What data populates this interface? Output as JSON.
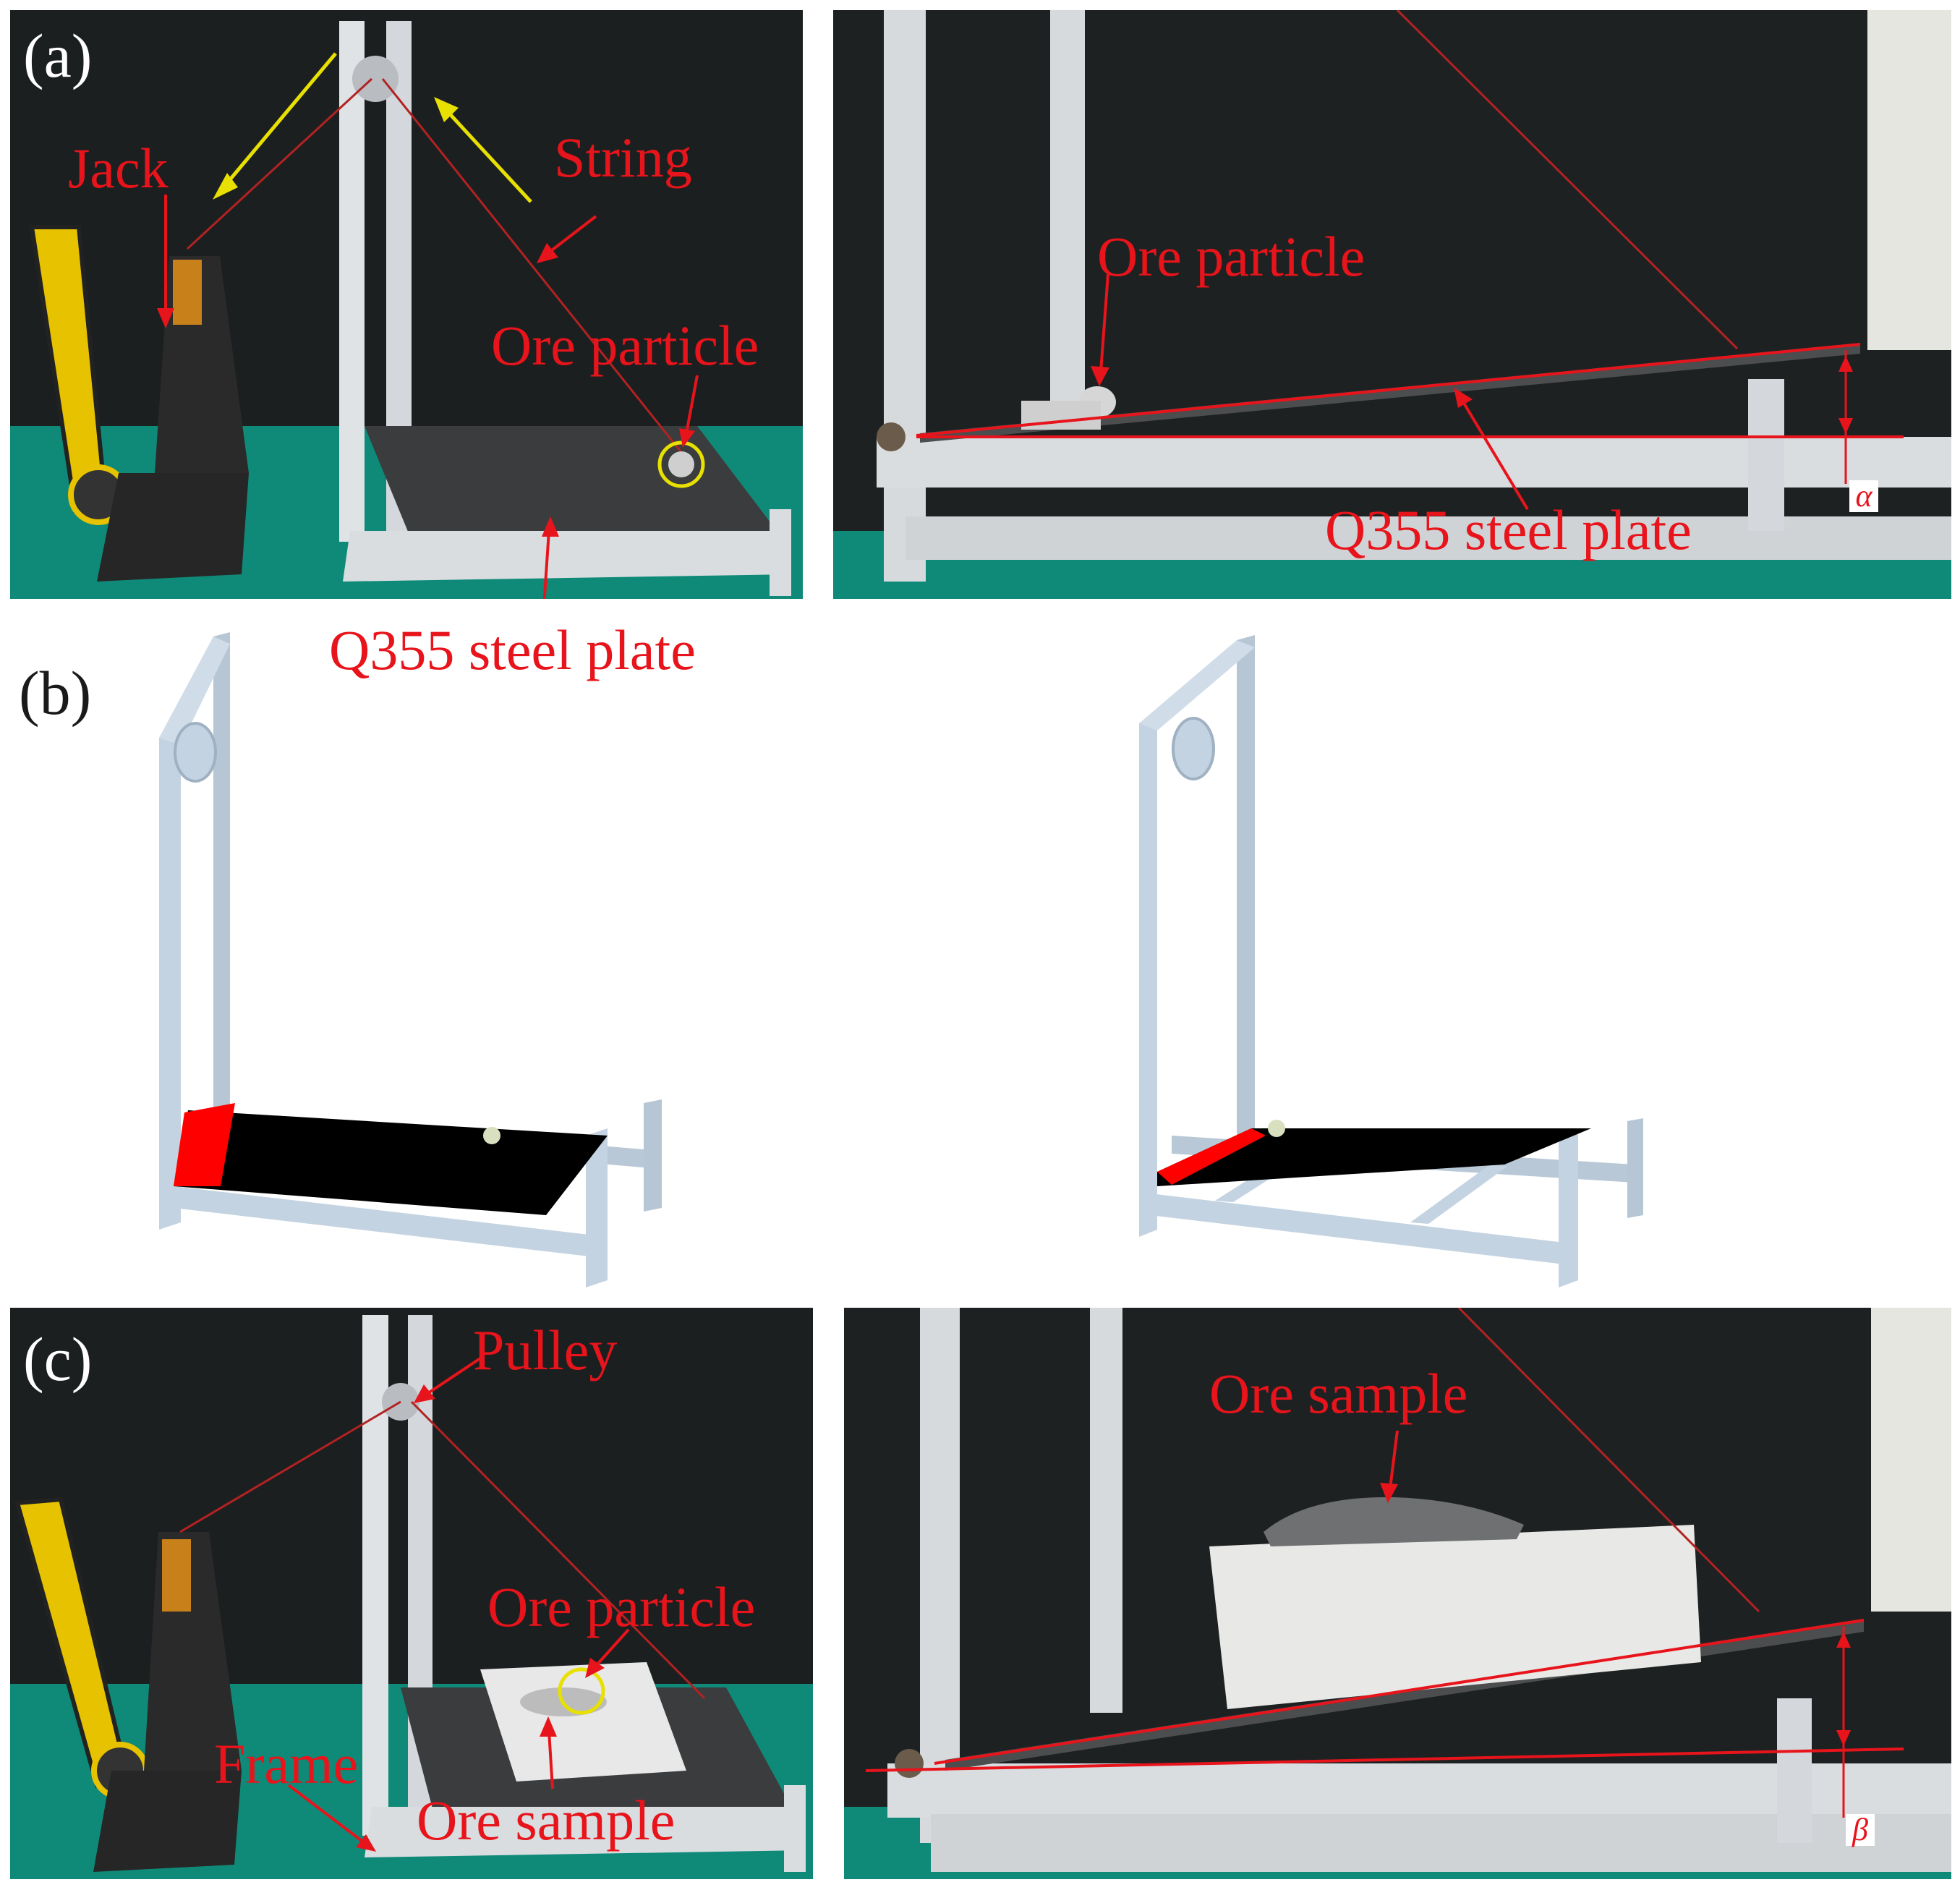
{
  "panels": {
    "a": {
      "label": "(a)",
      "annotations": {
        "jack": "Jack",
        "string": "String",
        "ore_particle_left": "Ore particle",
        "steel_plate_left": "Q355 steel plate",
        "ore_particle_right": "Ore particle",
        "steel_plate_right": "Q355 steel plate",
        "angle_symbol": "α"
      }
    },
    "b": {
      "label": "(b)"
    },
    "c": {
      "label": "(c)",
      "annotations": {
        "pulley": "Pulley",
        "ore_particle_left": "Ore particle",
        "frame": "Frame",
        "ore_sample_left": "Ore sample",
        "ore_sample_right": "Ore sample",
        "angle_symbol": "β"
      }
    }
  },
  "colors": {
    "annotation_red": "#e8141b",
    "arrow_yellow": "#e8e000",
    "backdrop_dark": "#1b1e1f",
    "table_green": "#0f8a78",
    "frame_grey": "#d9dde0",
    "model_frame_blue": "#c4d3e1",
    "model_plate_black": "#000000",
    "model_hinge_red": "#ff0000"
  }
}
